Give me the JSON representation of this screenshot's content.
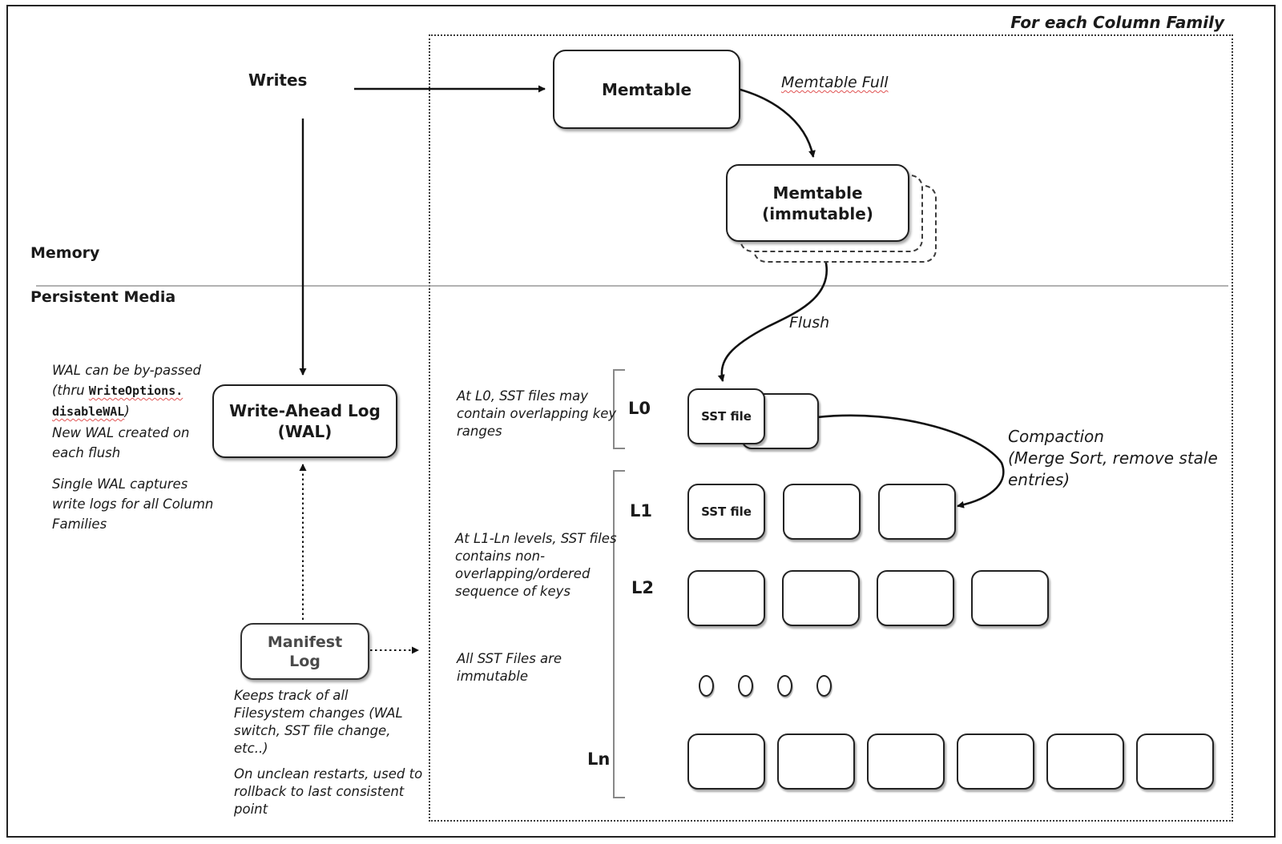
{
  "frame": {
    "corner_label": "For each Column Family"
  },
  "sections": {
    "memory": "Memory",
    "persistent": "Persistent Media"
  },
  "flow": {
    "writes": "Writes",
    "memtable": "Memtable",
    "memtable_immutable": "Memtable\n(immutable)",
    "memtable_full": "Memtable Full",
    "flush": "Flush",
    "wal": "Write-Ahead Log\n(WAL)",
    "manifest": "Manifest\nLog",
    "compaction": "Compaction\n(Merge Sort, remove stale\nentries)"
  },
  "wal_notes": {
    "bypass_line1": "WAL can be by-passed",
    "bypass_line2_prefix": "(thru ",
    "bypass_code1": "WriteOptions.",
    "bypass_code2": "disableWAL",
    "bypass_suffix": ")",
    "new_wal": "New WAL created on\neach flush",
    "single_wal": "Single WAL captures\nwrite logs for all Column\nFamilies"
  },
  "manifest_notes": {
    "keeps_track": "Keeps track of all\nFilesystem changes (WAL\nswitch, SST file change,\netc..)",
    "unclean_restart": "On unclean restarts, used to\nrollback to last consistent\npoint"
  },
  "level_notes": {
    "l0": "At L0, SST files may\ncontain overlapping key\nranges",
    "l1_ln": "At L1-Ln levels, SST files\ncontains non-\noverlapping/ordered\nsequence of keys",
    "immutable": "All SST Files are\nimmutable"
  },
  "levels": [
    {
      "label": "L0",
      "box_count": 2,
      "first_box_label": "SST file"
    },
    {
      "label": "L1",
      "box_count": 3,
      "first_box_label": "SST file"
    },
    {
      "label": "L2",
      "box_count": 4,
      "first_box_label": ""
    },
    {
      "label": "Ln",
      "box_count": 6,
      "first_box_label": ""
    }
  ],
  "dots_count": 4,
  "colors": {
    "stroke": "#1a1a1a",
    "manifest_text": "#4a4a4a",
    "squiggle": "#e05252",
    "divider": "#999999"
  }
}
